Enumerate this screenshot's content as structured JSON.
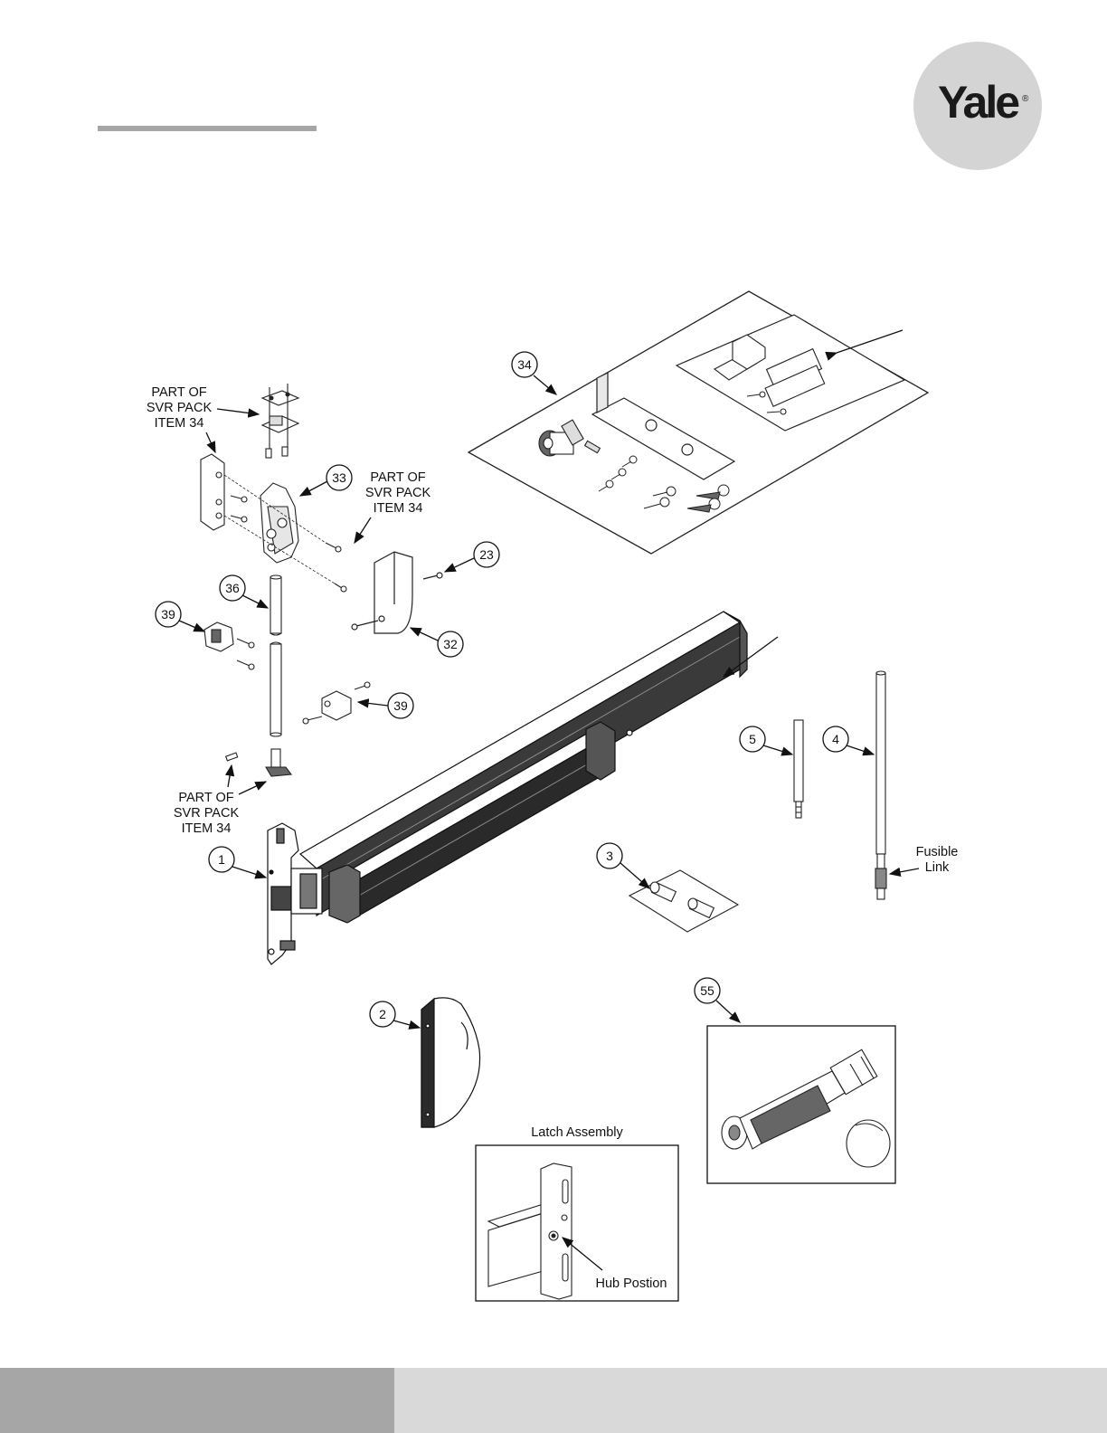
{
  "brand": {
    "logo_text": "Yale",
    "logo_mark": "®"
  },
  "callouts": {
    "c1": "1",
    "c2": "2",
    "c3": "3",
    "c4": "4",
    "c5": "5",
    "c23": "23",
    "c32": "32",
    "c33": "33",
    "c34": "34",
    "c36": "36",
    "c39a": "39",
    "c39b": "39",
    "c55": "55"
  },
  "labels": {
    "svr_top": [
      "PART OF",
      "SVR PACK",
      "ITEM 34"
    ],
    "svr_mid": [
      "PART OF",
      "SVR PACK",
      "ITEM 34"
    ],
    "svr_bottom": [
      "PART OF",
      "SVR PACK",
      "ITEM 34"
    ],
    "fusible_link": [
      "Fusible",
      "Link"
    ],
    "latch_assembly": "Latch Assembly",
    "hub_position": "Hub Postion"
  }
}
